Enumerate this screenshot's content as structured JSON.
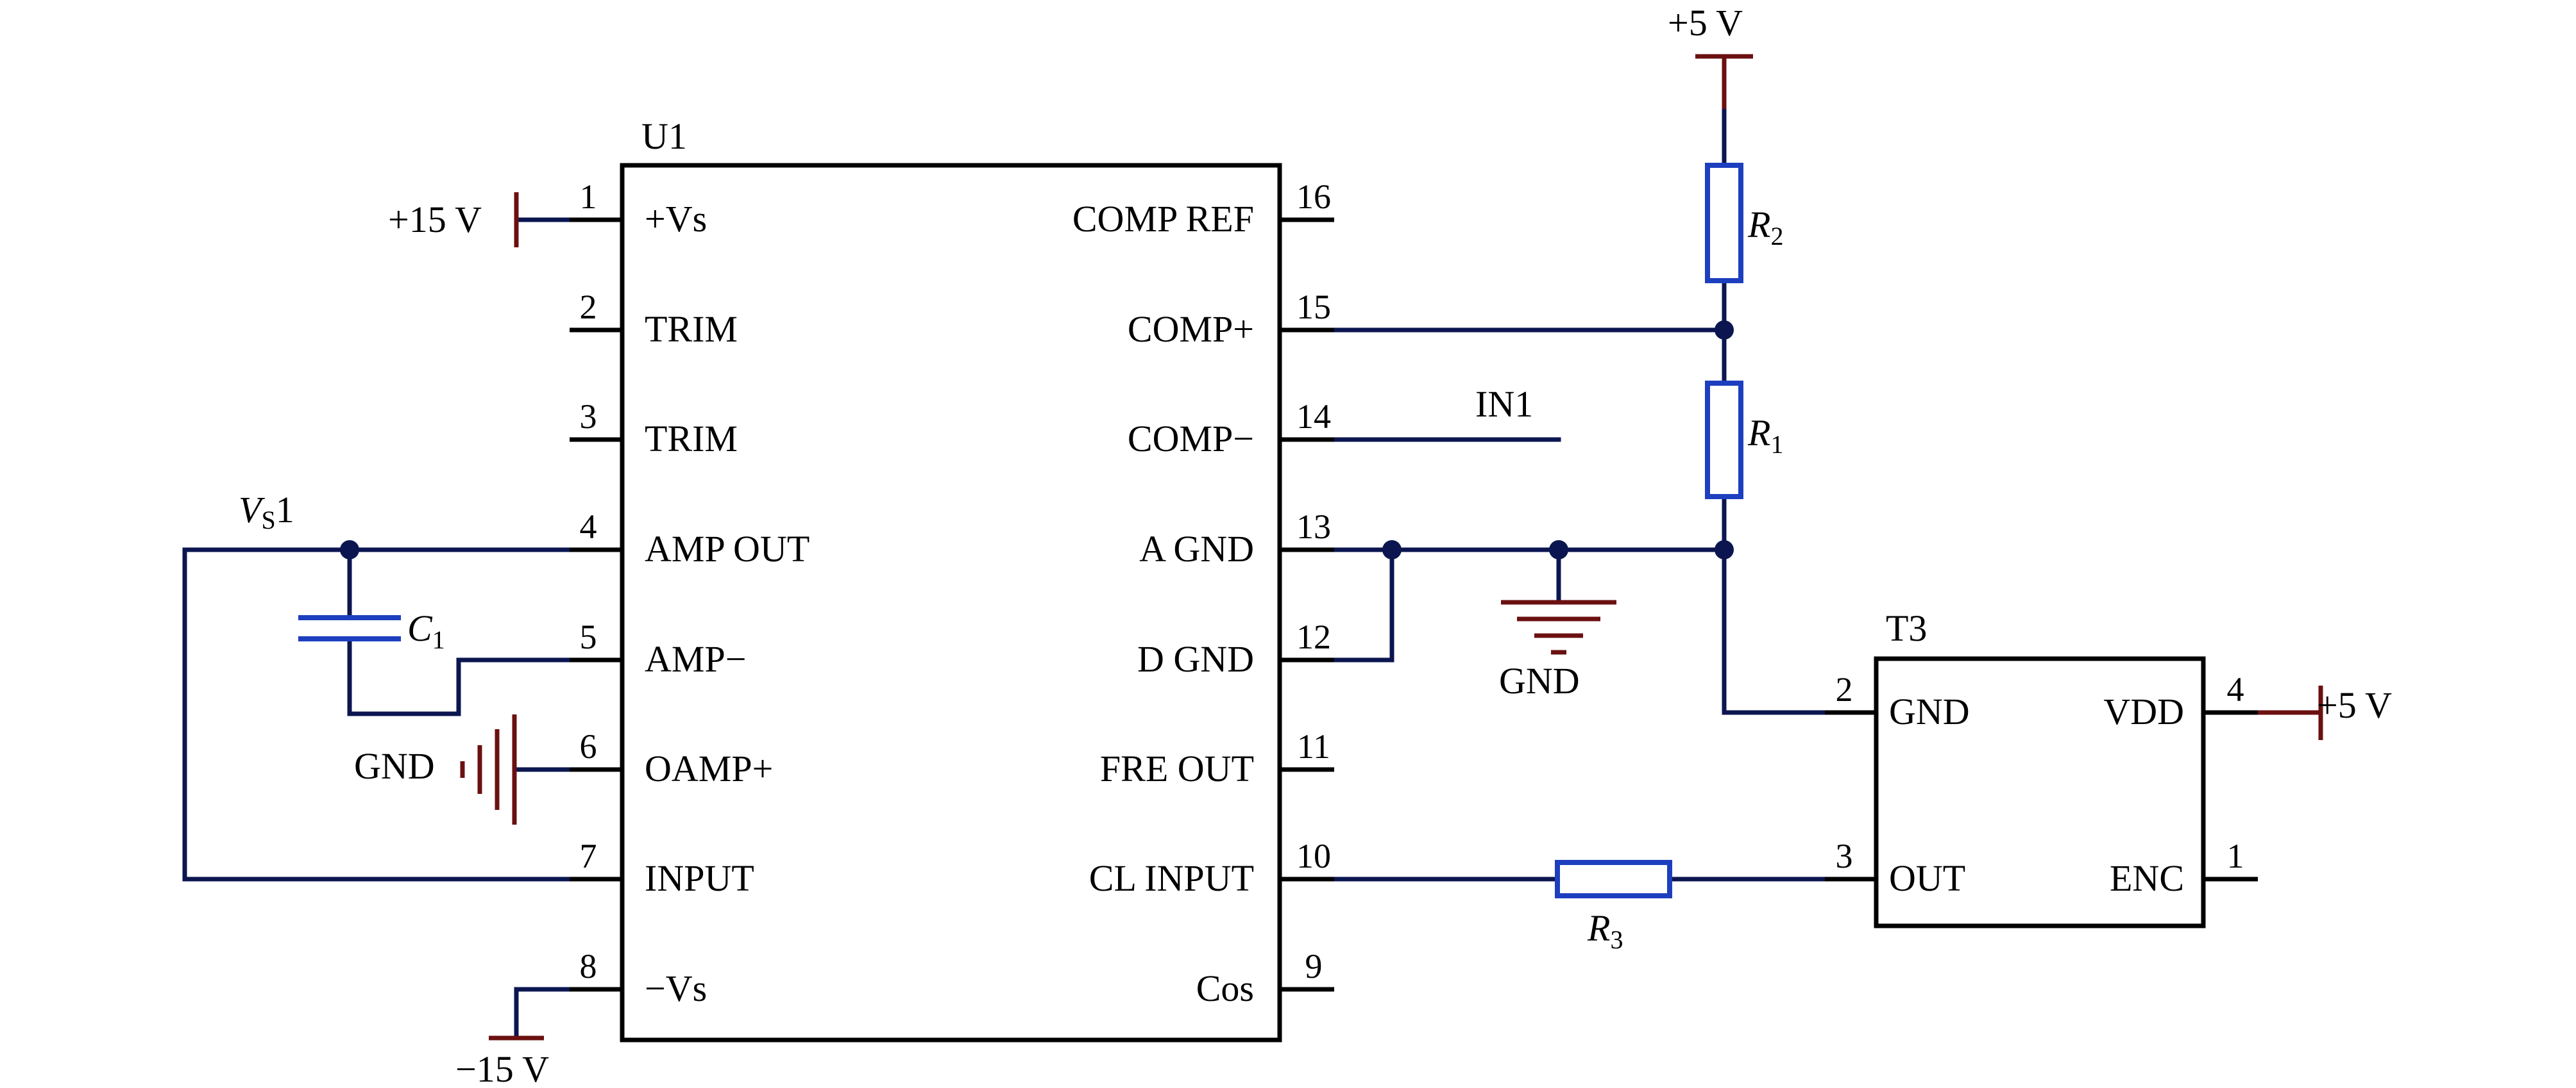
{
  "colors": {
    "wire": "#0b1650",
    "pin": "#000000",
    "power": "#6b1010",
    "component": "#1d3fbf",
    "body": "#000000",
    "junction": "#0b1650"
  },
  "u1": {
    "designator": "U1",
    "left_pins": [
      {
        "num": "1",
        "name": "+Vs"
      },
      {
        "num": "2",
        "name": "TRIM"
      },
      {
        "num": "3",
        "name": "TRIM"
      },
      {
        "num": "4",
        "name": "AMP OUT"
      },
      {
        "num": "5",
        "name": "AMP−"
      },
      {
        "num": "6",
        "name": "OAMP+"
      },
      {
        "num": "7",
        "name": "INPUT"
      },
      {
        "num": "8",
        "name": "−Vs"
      }
    ],
    "right_pins": [
      {
        "num": "16",
        "name": "COMP REF"
      },
      {
        "num": "15",
        "name": "COMP+"
      },
      {
        "num": "14",
        "name": "COMP−"
      },
      {
        "num": "13",
        "name": "A GND"
      },
      {
        "num": "12",
        "name": "D GND"
      },
      {
        "num": "11",
        "name": "FRE OUT"
      },
      {
        "num": "10",
        "name": "CL INPUT"
      },
      {
        "num": "9",
        "name": "Cos"
      }
    ]
  },
  "t3": {
    "designator": "T3",
    "left_pins": [
      {
        "num": "2",
        "name": "GND"
      },
      {
        "num": "3",
        "name": "OUT"
      }
    ],
    "right_pins": [
      {
        "num": "4",
        "name": "VDD"
      },
      {
        "num": "1",
        "name": "ENC"
      }
    ]
  },
  "power": {
    "pos15": "+15 V",
    "neg15": "−15 V",
    "pos5_top": "+5 V",
    "pos5_t3": "+5 V",
    "gnd_left": "GND",
    "gnd_center": "GND"
  },
  "nets": {
    "vs1_main": "V",
    "vs1_sub": "S",
    "vs1_suffix": "1",
    "in1": "IN1"
  },
  "parts": {
    "r1": {
      "main": "R",
      "sub": "1"
    },
    "r2": {
      "main": "R",
      "sub": "2"
    },
    "r3": {
      "main": "R",
      "sub": "3"
    },
    "c1": {
      "main": "C",
      "sub": "1"
    }
  }
}
